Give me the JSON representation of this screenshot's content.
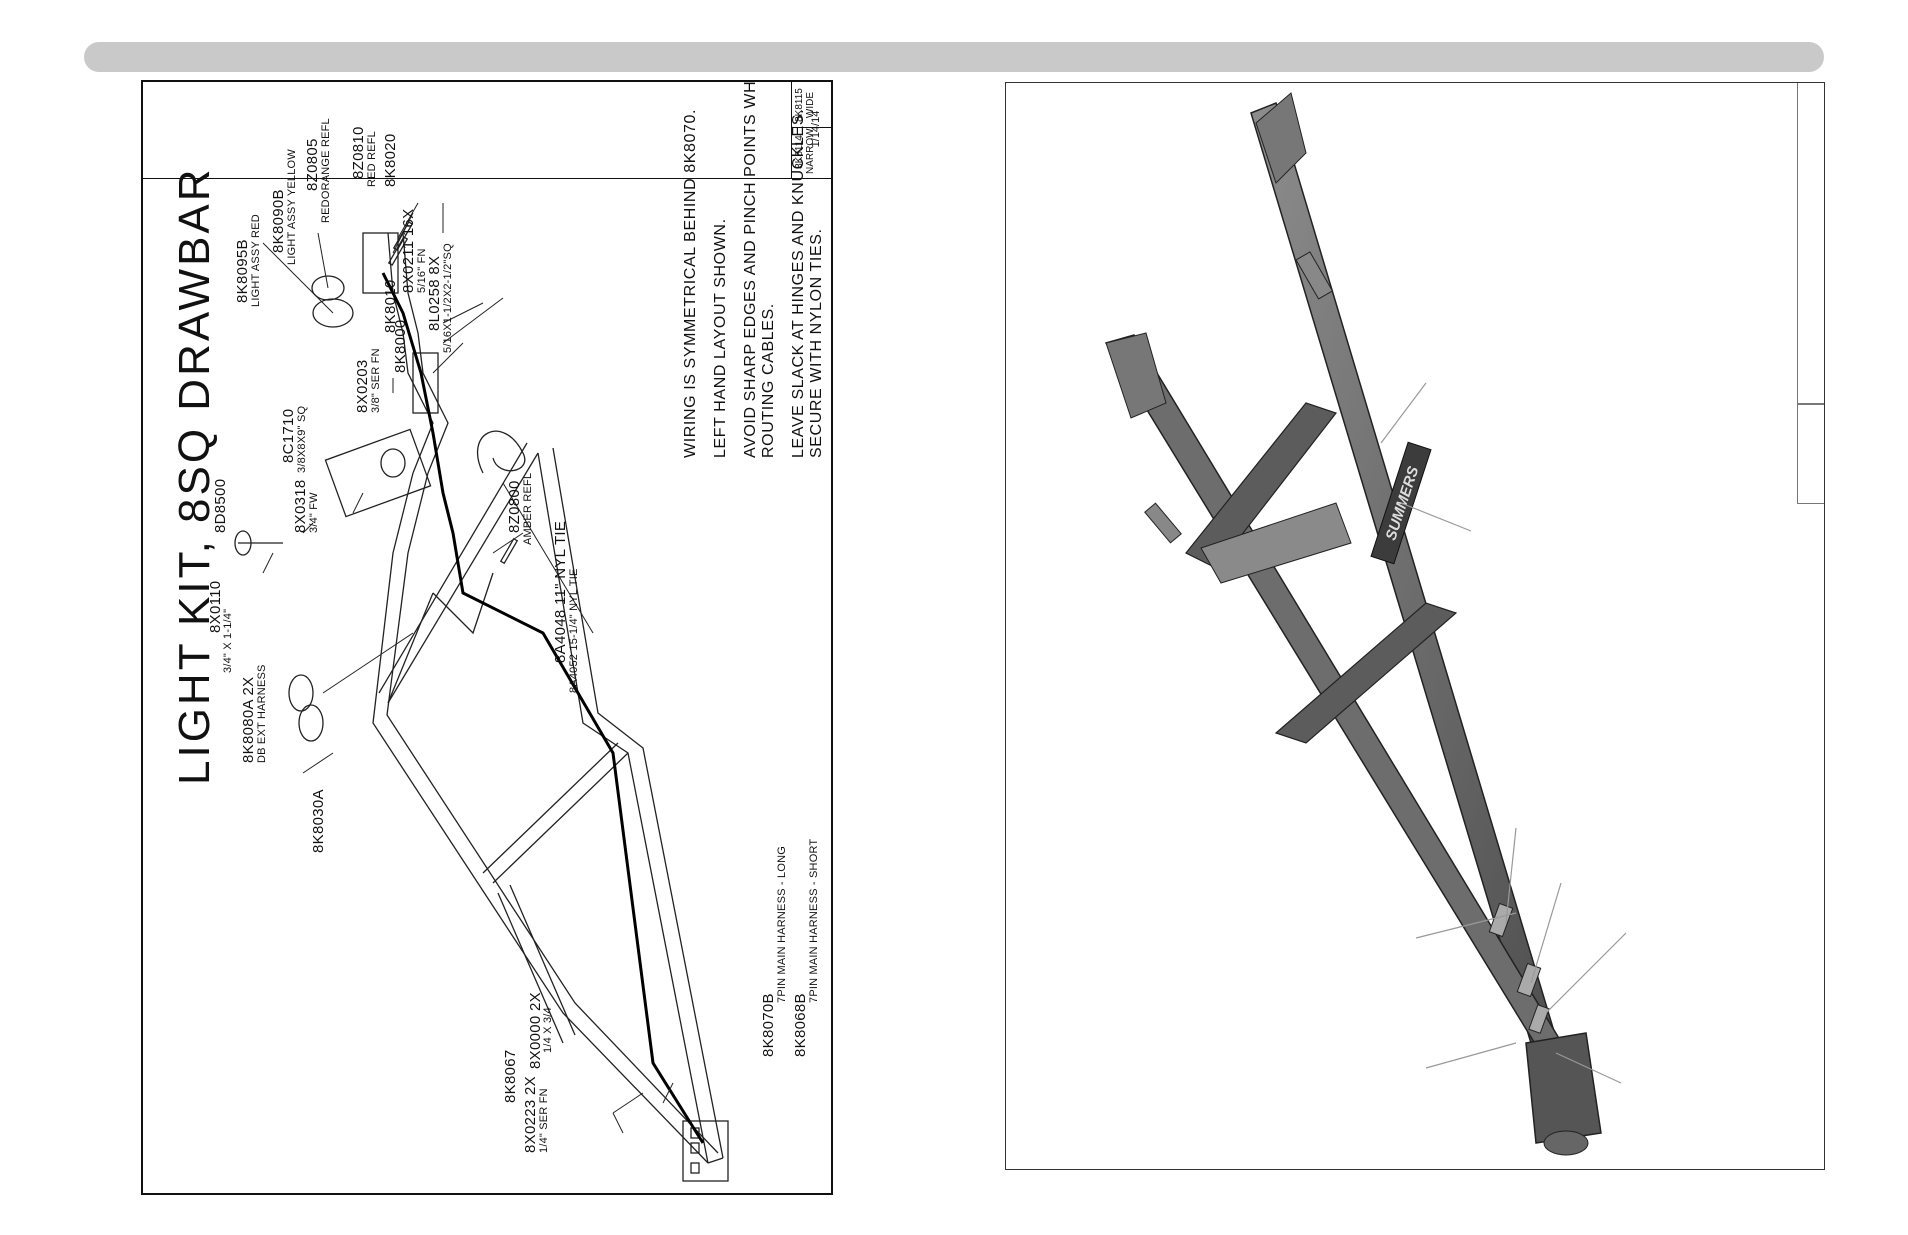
{
  "title": "LIGHT KIT, 8SQ DRAWBAR",
  "notes": [
    "WIRING IS SYMMETRICAL BEHIND 8K8070.",
    "LEFT HAND LAYOUT SHOWN.",
    "AVOID SHARP EDGES AND PINCH POINTS WHEN",
    "ROUTING CABLES.",
    "LEAVE SLACK AT HINGES AND KNUCKLES.",
    "SECURE WITH NYLON TIES."
  ],
  "parts": {
    "p8K8095B": "8K8095B",
    "p8K8095B_desc": "LIGHT ASSY RED",
    "p8K8090B": "8K8090B",
    "p8K8090B_desc": "LIGHT ASSY YELLOW",
    "p8Z0805": "8Z0805",
    "p8Z0805_desc": "REDORANGE REFL",
    "p8Z0810": "8Z0810",
    "p8Z0810_desc": "RED REFL",
    "p8K8020": "8K8020",
    "p8X0211": "8X0211 16X",
    "p8X0211_desc": "5/16\" FN",
    "p8K8010": "8K8010",
    "p8L0258": "8L0258 8X",
    "p8L0258_desc": "5/16X1-1/2X2-1/2\"SQ",
    "p8K8000": "8K8000",
    "p8X0203": "8X0203",
    "p8X0203_desc": "3/8\" SER FN",
    "p8C1710": "8C1710",
    "p8C1710_desc": "3/8X8X9\" SQ",
    "p8Z0800": "8Z0800",
    "p8Z0800_desc": "AMBER REFL",
    "p8D8500": "8D8500",
    "p8X0318": "8X0318",
    "p8X0318_desc": "3/4\" FW",
    "p8X0110": "8X0110",
    "p8X0110_desc": "3/4\" X 1-1/4\"",
    "p8A4048": "8A4048 11\" NYL TIE",
    "p8A4052": "8A4052 15-1/4\" NYL TIE",
    "p8K8080A": "8K8080A 2X",
    "p8K8080A_desc": "DB EXT HARNESS",
    "p8K8030A": "8K8030A",
    "p8K8067": "8K8067",
    "p8X0000": "8X0000 2X",
    "p8X0000_desc": "1/4 X 3/4",
    "p8X0223": "8X0223 2X",
    "p8X0223_desc": "1/4\" SER FN",
    "p8K8070B": "8K8070B",
    "p8K8070B_desc": "7PIN MAIN HARNESS - LONG",
    "p8K8068B": "8K8068B",
    "p8K8068B_desc": "7PIN MAIN HARNESS - SHORT"
  },
  "title_block": {
    "c1a": "8K8114",
    "c1b": "NARROW",
    "c2a": "8K8115",
    "c2b": "WIDE",
    "date": "1/14/14"
  },
  "brand": "SUMMERS"
}
